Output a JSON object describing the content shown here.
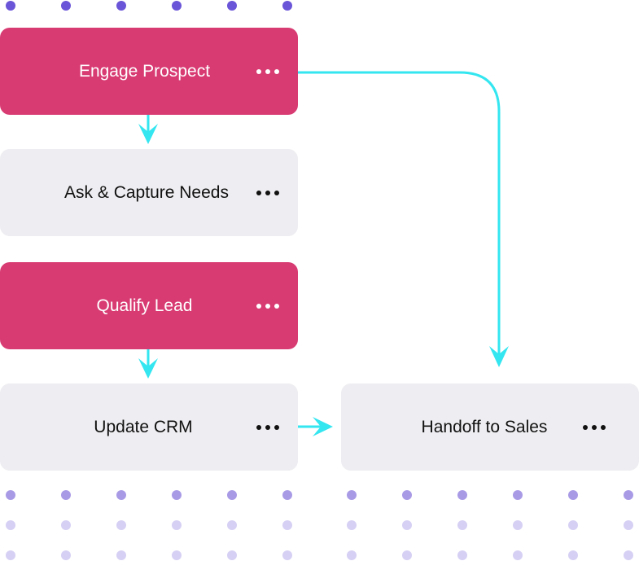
{
  "colors": {
    "accent_node": "#d83a72",
    "neutral_node": "#eeeef2",
    "connector": "#33e6f0",
    "dot_dark": "#6a55d8",
    "dot_mid": "#a99ae6",
    "dot_light": "#d6d0f4"
  },
  "nodes": {
    "engage": {
      "label": "Engage Prospect",
      "menu_icon": "more-horizontal-icon"
    },
    "ask": {
      "label": "Ask & Capture Needs",
      "menu_icon": "more-horizontal-icon"
    },
    "qualify": {
      "label": "Qualify Lead",
      "menu_icon": "more-horizontal-icon"
    },
    "update": {
      "label": "Update CRM",
      "menu_icon": "more-horizontal-icon"
    },
    "handoff": {
      "label": "Handoff to Sales",
      "menu_icon": "more-horizontal-icon"
    }
  }
}
